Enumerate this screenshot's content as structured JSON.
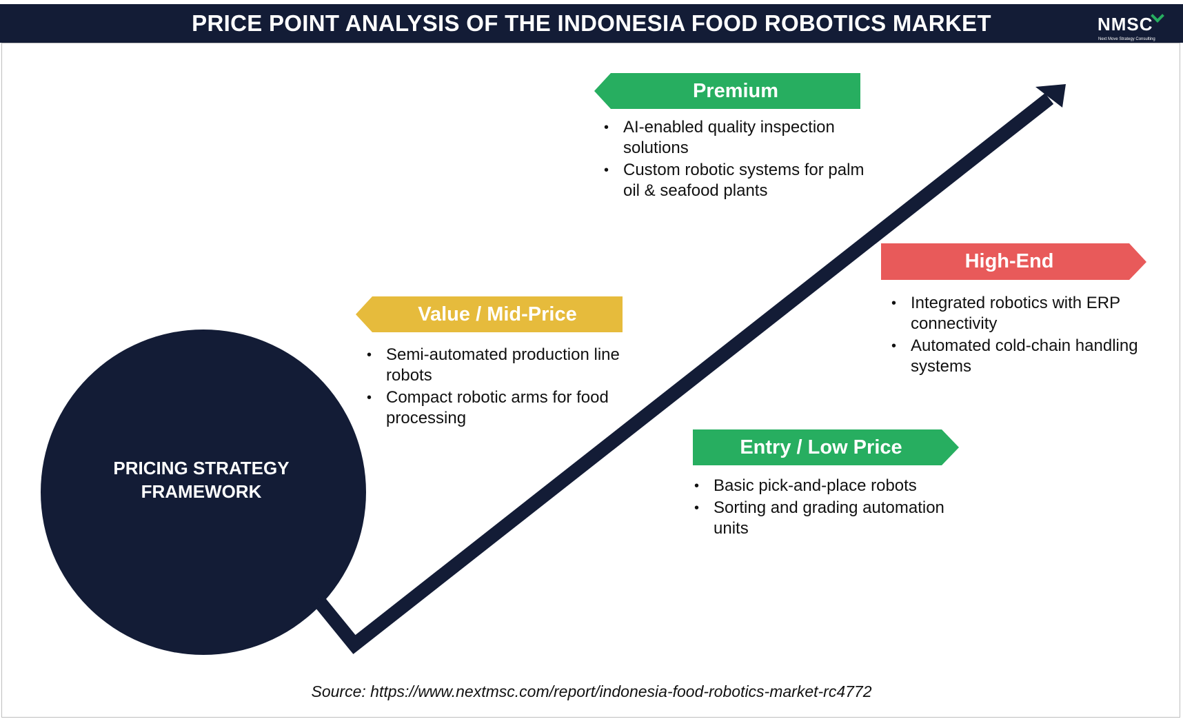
{
  "header": {
    "title": "PRICE POINT ANALYSIS OF THE INDONESIA FOOD ROBOTICS MARKET",
    "logo_text": "NMSC",
    "logo_subtext": "Next Move Strategy Consulting"
  },
  "colors": {
    "header_bg": "#131c36",
    "circle": "#131c36",
    "arrow": "#131c36",
    "premium": "#27ae60",
    "high_end": "#e85a5a",
    "value": "#e6bb3c",
    "entry": "#27ae60"
  },
  "center": {
    "label_line1": "PRICING STRATEGY",
    "label_line2": "FRAMEWORK"
  },
  "tiers": {
    "premium": {
      "label": "Premium",
      "items": [
        "AI-enabled quality inspection solutions",
        "Custom robotic systems for palm oil & seafood plants"
      ]
    },
    "high_end": {
      "label": "High-End",
      "items": [
        "Integrated robotics with ERP connectivity",
        "Automated cold-chain handling systems"
      ]
    },
    "value": {
      "label": "Value / Mid-Price",
      "items": [
        "Semi-automated production line robots",
        "Compact robotic arms for food processing"
      ]
    },
    "entry": {
      "label": "Entry / Low Price",
      "items": [
        "Basic pick-and-place robots",
        "Sorting and grading automation units"
      ]
    }
  },
  "source": "Source: https://www.nextmsc.com/report/indonesia-food-robotics-market-rc4772"
}
